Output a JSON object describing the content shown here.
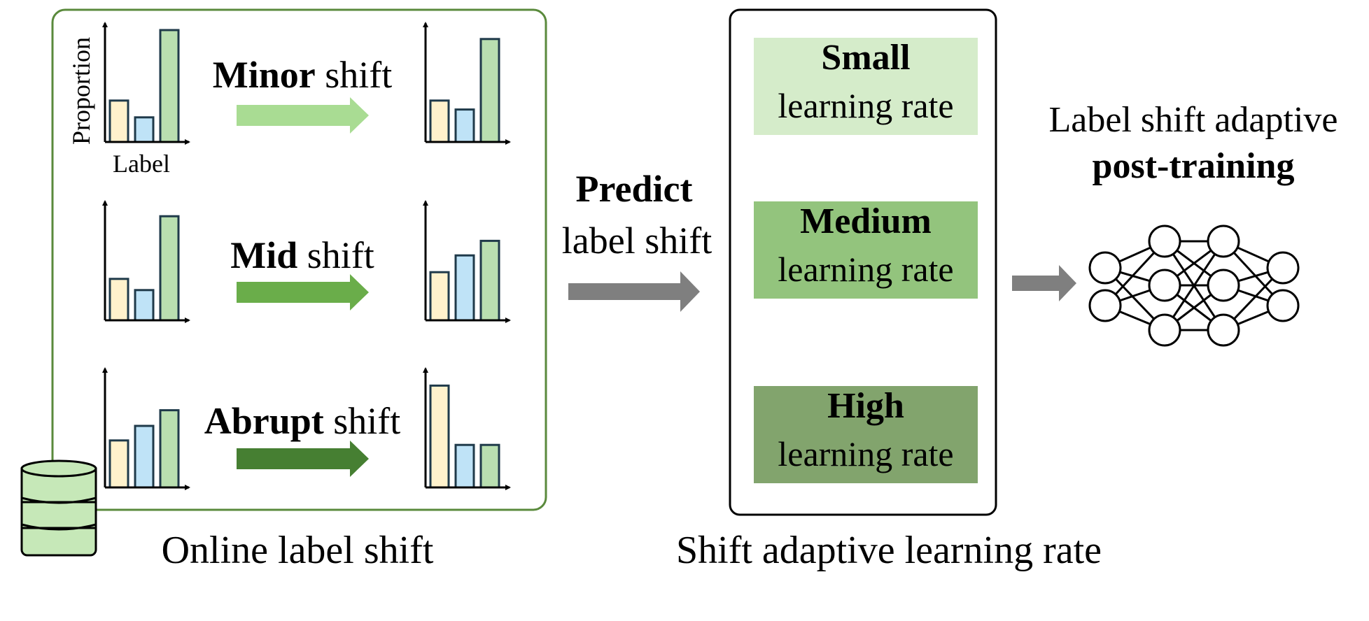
{
  "online_panel": {
    "caption": "Online label shift",
    "axis_y_label": "Proportion",
    "axis_x_label": "Label",
    "rows": [
      {
        "bold": "Minor",
        "rest": " shift",
        "arrow_color": "#a9dc93",
        "before": [
          0.37,
          0.22,
          1.0
        ],
        "after": [
          0.37,
          0.29,
          0.92
        ]
      },
      {
        "bold": "Mid",
        "rest": " shift",
        "arrow_color": "#6aad4a",
        "before": [
          0.37,
          0.27,
          0.93
        ],
        "after": [
          0.43,
          0.58,
          0.71
        ]
      },
      {
        "bold": "Abrupt",
        "rest": " shift",
        "arrow_color": "#467f32",
        "before": [
          0.42,
          0.55,
          0.69
        ],
        "after": [
          0.91,
          0.38,
          0.38
        ]
      }
    ],
    "bar_colors": [
      "#fff2cc",
      "#bfe3f7",
      "#b9dfb0"
    ]
  },
  "predict": {
    "bold": "Predict",
    "rest": "label shift"
  },
  "lr_panel": {
    "caption": "Shift adaptive learning rate",
    "boxes": [
      {
        "bold": "Small",
        "rest": "learning rate",
        "color": "#d5ecca"
      },
      {
        "bold": "Medium",
        "rest": "learning rate",
        "color": "#93c47d"
      },
      {
        "bold": "High",
        "rest": "learning rate",
        "color": "#82a46d"
      }
    ]
  },
  "posttraining": {
    "line1": "Label shift adaptive",
    "line2": "post-training"
  },
  "database_color": "#c6e8b8",
  "arrow_gray": "#7f7f7f"
}
